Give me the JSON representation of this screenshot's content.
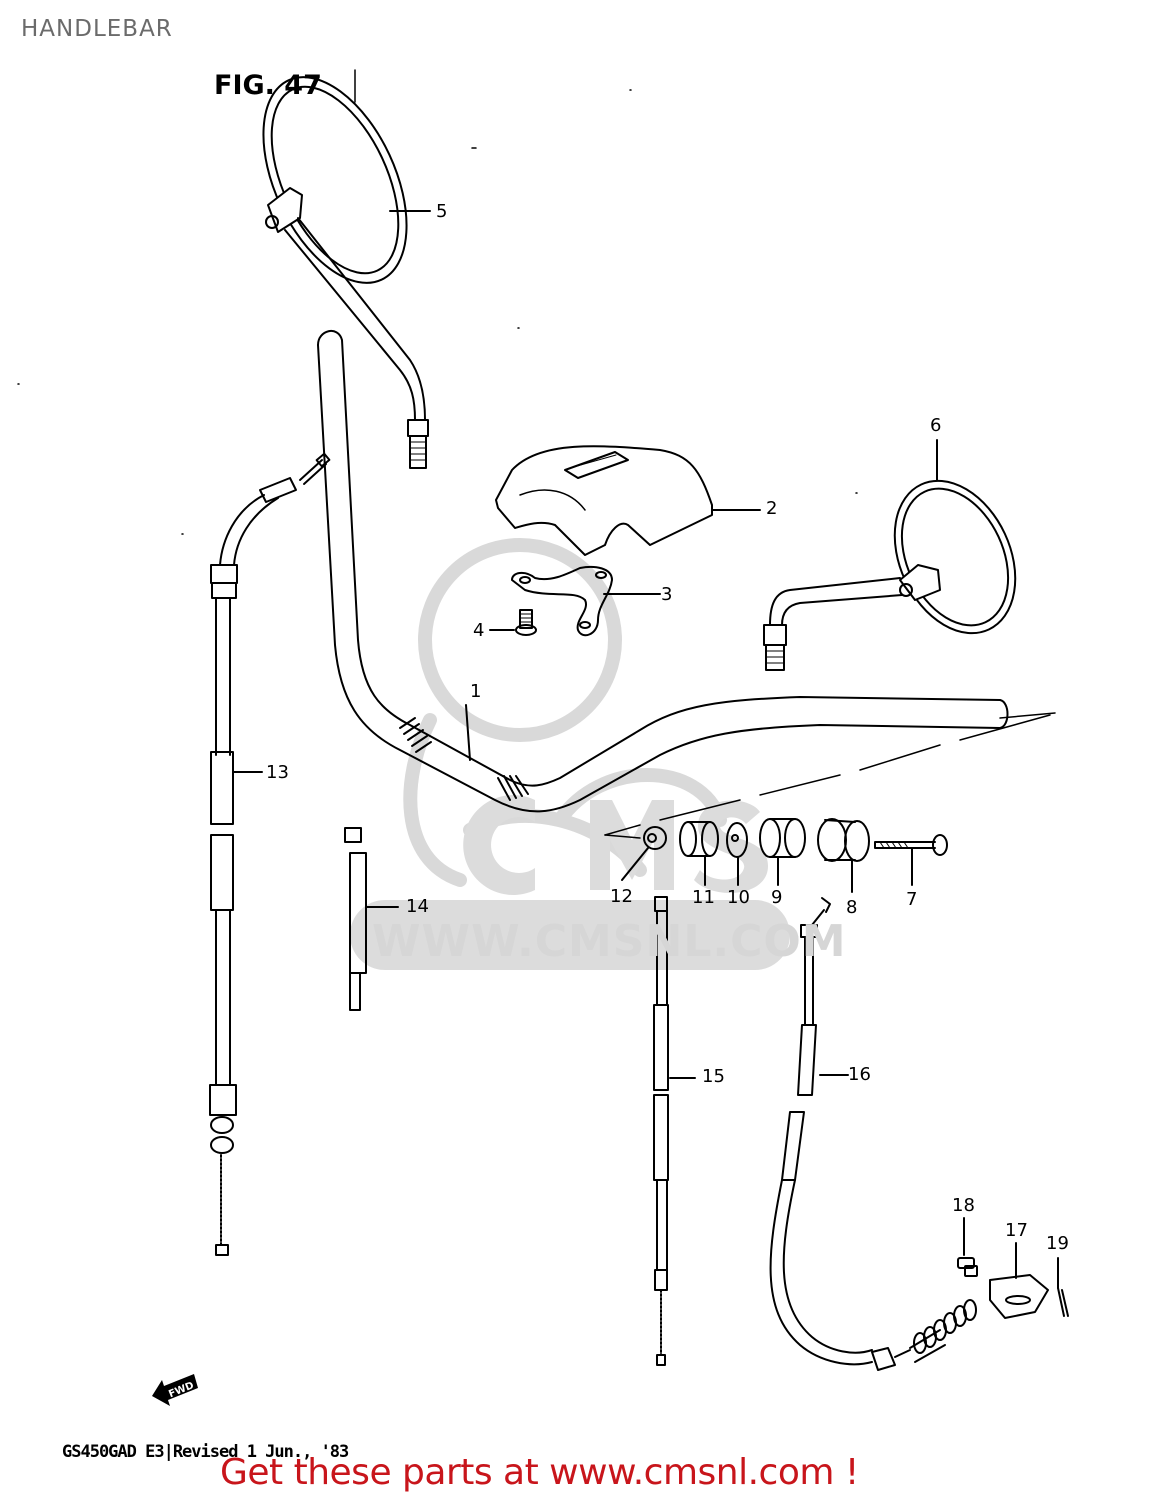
{
  "page": {
    "title": "HANDLEBAR",
    "figure": "FIG. 47"
  },
  "watermark": {
    "text": "WWW.CMSNL.COM",
    "logo": "CMS"
  },
  "parts": [
    {
      "ref": "1",
      "name": "handlebar"
    },
    {
      "ref": "2",
      "name": "handlebar-holder-cover"
    },
    {
      "ref": "3",
      "name": "cover-bracket"
    },
    {
      "ref": "4",
      "name": "screw"
    },
    {
      "ref": "5",
      "name": "mirror-left"
    },
    {
      "ref": "6",
      "name": "mirror-right"
    },
    {
      "ref": "7",
      "name": "bolt"
    },
    {
      "ref": "8",
      "name": "balancer-weight"
    },
    {
      "ref": "9",
      "name": "balancer-rubber"
    },
    {
      "ref": "10",
      "name": "washer"
    },
    {
      "ref": "11",
      "name": "spacer"
    },
    {
      "ref": "12",
      "name": "nut"
    },
    {
      "ref": "13",
      "name": "throttle-cable"
    },
    {
      "ref": "14",
      "name": "cable-strap"
    },
    {
      "ref": "15",
      "name": "speedometer-cable"
    },
    {
      "ref": "16",
      "name": "clutch-cable"
    },
    {
      "ref": "17",
      "name": "cable-joint"
    },
    {
      "ref": "18",
      "name": "pin"
    },
    {
      "ref": "19",
      "name": "cotter-pin"
    }
  ],
  "callouts": {
    "c1": "1",
    "c2": "2",
    "c3": "3",
    "c4": "4",
    "c5": "5",
    "c6": "6",
    "c7": "7",
    "c8": "8",
    "c9": "9",
    "c10": "10",
    "c11": "11",
    "c12": "12",
    "c13": "13",
    "c14": "14",
    "c15": "15",
    "c16": "16",
    "c17": "17",
    "c18": "18",
    "c19": "19"
  },
  "direction_marker": {
    "label": "FWD",
    "icon": "forward-arrow-icon"
  },
  "footer": {
    "model_code": "GS450GAD E3|Revised 1 Jun., '83",
    "promo": "Get these parts at www.cmsnl.com !"
  },
  "colors": {
    "line": "#000000",
    "title": "#6b6b6b",
    "promo": "#c8151b",
    "watermark": "#d6d6d6"
  }
}
